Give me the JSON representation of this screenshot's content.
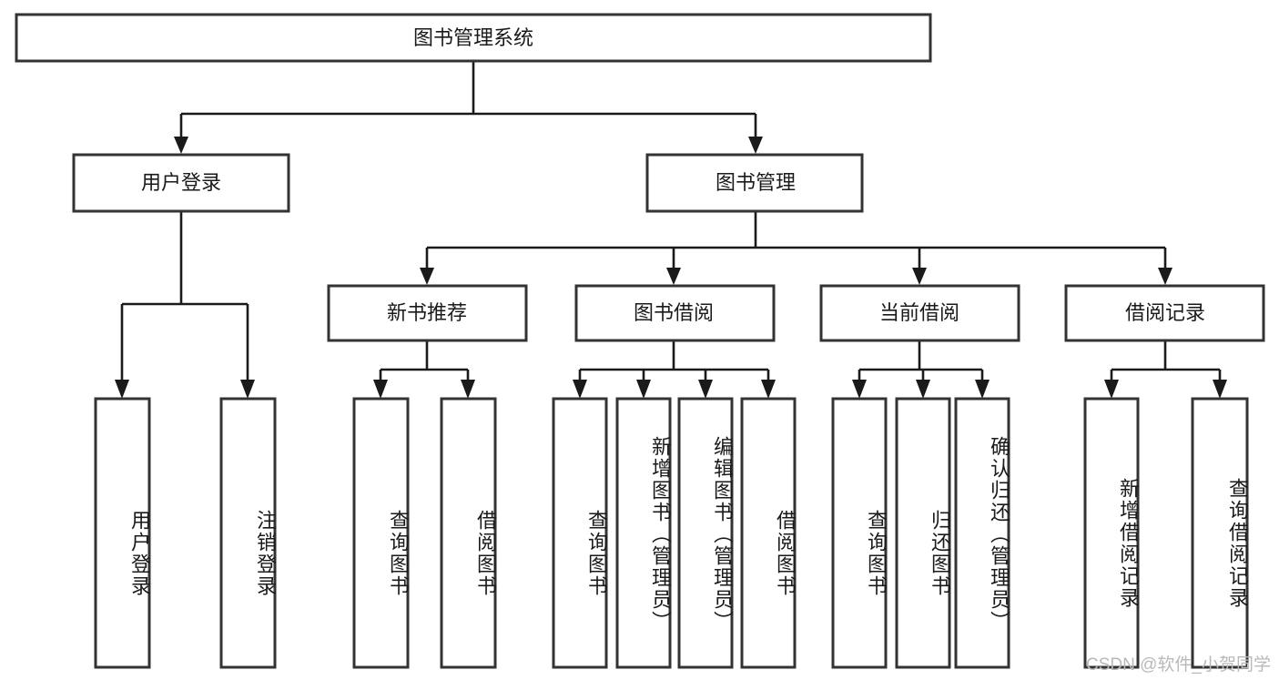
{
  "diagram": {
    "title": "图书管理系统",
    "type": "tree-hierarchy",
    "orientation": "top-down",
    "colors": {
      "box_border": "#333333",
      "box_fill": "#ffffff",
      "edge": "#1a1a1a",
      "text": "#1a1a1a",
      "watermark": "#b9b9b9",
      "background": "#ffffff"
    }
  },
  "nodes": {
    "root": {
      "label": "图书管理系统"
    },
    "level2": [
      {
        "id": "user-login",
        "label": "用户登录"
      },
      {
        "id": "book-management",
        "label": "图书管理"
      }
    ],
    "level3": [
      {
        "id": "new-book-recommend",
        "label": "新书推荐"
      },
      {
        "id": "book-borrow",
        "label": "图书借阅"
      },
      {
        "id": "current-borrow",
        "label": "当前借阅"
      },
      {
        "id": "borrow-record",
        "label": "借阅记录"
      }
    ],
    "leaves": [
      {
        "id": "leaf-user-login",
        "label": "用户登录",
        "parent": "user-login"
      },
      {
        "id": "leaf-logout-login",
        "label": "注销登录",
        "parent": "user-login"
      },
      {
        "id": "leaf-query-book-1",
        "label": "查询图书",
        "parent": "new-book-recommend"
      },
      {
        "id": "leaf-borrow-book-1",
        "label": "借阅图书",
        "parent": "new-book-recommend"
      },
      {
        "id": "leaf-query-book-2",
        "label": "查询图书",
        "parent": "book-borrow"
      },
      {
        "id": "leaf-add-book",
        "label": "新增图书（管理员）",
        "parent": "book-borrow"
      },
      {
        "id": "leaf-edit-book",
        "label": "编辑图书（管理员）",
        "parent": "book-borrow"
      },
      {
        "id": "leaf-borrow-book-2",
        "label": "借阅图书",
        "parent": "book-borrow"
      },
      {
        "id": "leaf-query-book-3",
        "label": "查询图书",
        "parent": "current-borrow"
      },
      {
        "id": "leaf-return-book",
        "label": "归还图书",
        "parent": "current-borrow"
      },
      {
        "id": "leaf-confirm-return",
        "label": "确认归还（管理员）",
        "parent": "current-borrow"
      },
      {
        "id": "leaf-add-record",
        "label": "新增借阅记录",
        "parent": "borrow-record"
      },
      {
        "id": "leaf-query-record",
        "label": "查询借阅记录",
        "parent": "borrow-record"
      }
    ]
  },
  "watermark": {
    "text": "CSDN @软件_小贺同学"
  }
}
